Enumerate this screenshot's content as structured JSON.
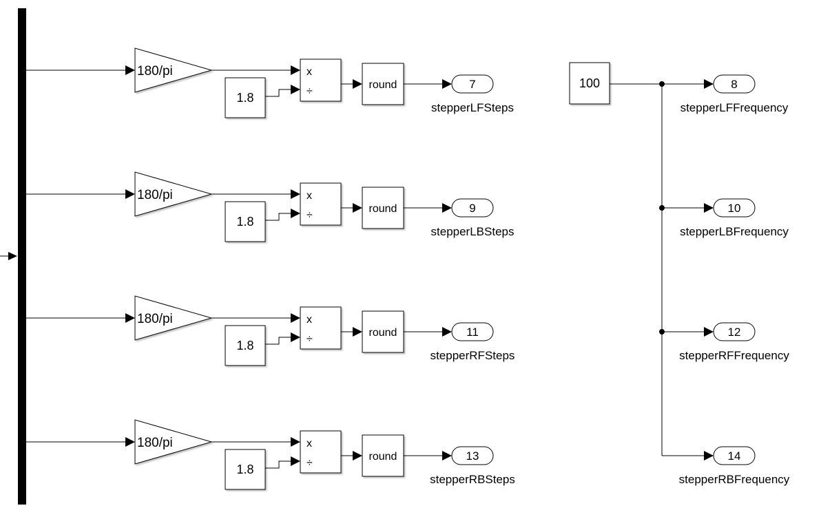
{
  "rows": [
    {
      "gain_label": "180/pi",
      "constant_value": "1.8",
      "product_ops": [
        "x",
        "÷"
      ],
      "round_label": "round",
      "outport_number": "7",
      "outport_name": "stepperLFSteps"
    },
    {
      "gain_label": "180/pi",
      "constant_value": "1.8",
      "product_ops": [
        "x",
        "÷"
      ],
      "round_label": "round",
      "outport_number": "9",
      "outport_name": "stepperLBSteps"
    },
    {
      "gain_label": "180/pi",
      "constant_value": "1.8",
      "product_ops": [
        "x",
        "÷"
      ],
      "round_label": "round",
      "outport_number": "11",
      "outport_name": "stepperRFSteps"
    },
    {
      "gain_label": "180/pi",
      "constant_value": "1.8",
      "product_ops": [
        "x",
        "÷"
      ],
      "round_label": "round",
      "outport_number": "13",
      "outport_name": "stepperRBSteps"
    }
  ],
  "frequency": {
    "constant_value": "100",
    "outports": [
      {
        "number": "8",
        "name": "stepperLFFrequency"
      },
      {
        "number": "10",
        "name": "stepperLBFrequency"
      },
      {
        "number": "12",
        "name": "stepperRFFrequency"
      },
      {
        "number": "14",
        "name": "stepperRBFrequency"
      }
    ]
  }
}
